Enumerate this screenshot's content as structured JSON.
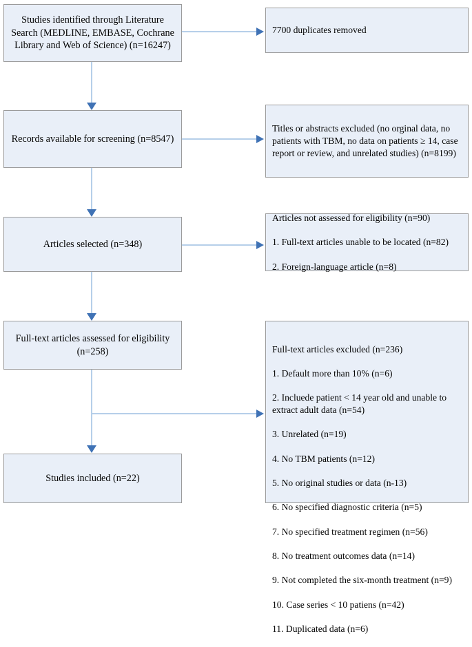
{
  "diagram": {
    "type": "prisma-flow-diagram",
    "colors": {
      "box_fill": "#e9eff8",
      "box_border": "#9b9b9b",
      "connector_line": "#b6cfe9",
      "arrow_head": "#3f72b5",
      "text": "#050505",
      "background": "#ffffff"
    }
  },
  "left_column": {
    "identified": "Studies  identified through Literature Search (MEDLINE, EMBASE, Cochrane Library and Web of Science) (n=16247)",
    "screening": "Records available for screening (n=8547)",
    "selected": "Articles selected (n=348)",
    "fulltext_assessed": "Full-text articles assessed for eligibility\n(n=258)",
    "included": "Studies included (n=22)"
  },
  "right_column": {
    "duplicates_removed": "7700 duplicates removed",
    "titles_excluded": "Titles or abstracts excluded (no orginal    data, no patients with TBM, no data on       patients ≥ 14, case report or review, and unrelated studies) (n=8199)",
    "not_assessed": {
      "heading": "Articles not assessed for eligibility (n=90)",
      "items": [
        "1.  Full-text articles unable to be located (n=82)",
        "2.  Foreign-language article (n=8)"
      ]
    },
    "fulltext_excluded": {
      "heading": "Full-text articles excluded (n=236)",
      "items": [
        "1. Default more than 10% (n=6)",
        "2. Incluede patient < 14 year old and unable to extract adult data (n=54)",
        "3. Unrelated (n=19)",
        "4. No TBM patients (n=12)",
        "5. No original studies or data (n-13)",
        "6. No specified diagnostic criteria (n=5)",
        "7. No specified treatment regimen (n=56)",
        "8. No treatment outcomes data (n=14)",
        "9. Not completed the six-month treatment (n=9)",
        "10. Case series < 10 patiens (n=42)",
        "11. Duplicated data (n=6)"
      ]
    }
  },
  "chart_data": {
    "type": "diagram",
    "title": "PRISMA study selection flow",
    "stages": [
      {
        "label": "Studies identified through Literature Search (MEDLINE, EMBASE, Cochrane Library and Web of Science)",
        "n": 16247
      },
      {
        "label": "Records available for screening",
        "n": 8547
      },
      {
        "label": "Articles selected",
        "n": 348
      },
      {
        "label": "Full-text articles assessed for eligibility",
        "n": 258
      },
      {
        "label": "Studies included",
        "n": 22
      }
    ],
    "exclusions": [
      {
        "label": "Duplicates removed",
        "n": 7700
      },
      {
        "label": "Titles or abstracts excluded",
        "n": 8199
      },
      {
        "label": "Articles not assessed for eligibility",
        "n": 90,
        "breakdown": [
          {
            "label": "Full-text articles unable to be located",
            "n": 82
          },
          {
            "label": "Foreign-language article",
            "n": 8
          }
        ]
      },
      {
        "label": "Full-text articles excluded",
        "n": 236,
        "breakdown": [
          {
            "label": "Default more than 10%",
            "n": 6
          },
          {
            "label": "Incluede patient < 14 year old and unable to extract adult data",
            "n": 54
          },
          {
            "label": "Unrelated",
            "n": 19
          },
          {
            "label": "No TBM patients",
            "n": 12
          },
          {
            "label": "No original studies or data",
            "n": 13
          },
          {
            "label": "No specified diagnostic criteria",
            "n": 5
          },
          {
            "label": "No specified treatment regimen",
            "n": 56
          },
          {
            "label": "No treatment outcomes data",
            "n": 14
          },
          {
            "label": "Not completed the six-month treatment",
            "n": 9
          },
          {
            "label": "Case series < 10 patiens",
            "n": 42
          },
          {
            "label": "Duplicated data",
            "n": 6
          }
        ]
      }
    ]
  }
}
